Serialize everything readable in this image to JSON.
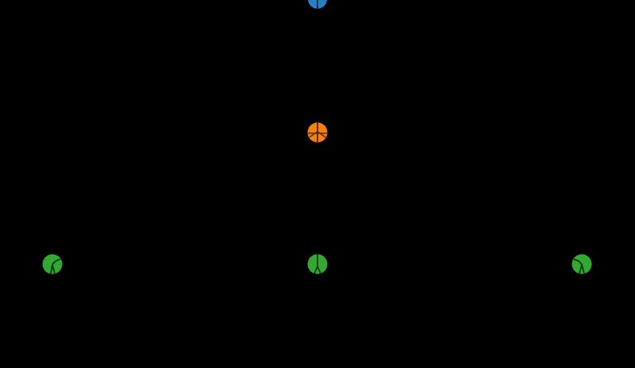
{
  "colors": {
    "background": "#000000",
    "blue_agent": "#2a7fc1",
    "orange_agent": "#f5820f",
    "green_agent": "#33a833",
    "marking": "#1a1a1a"
  },
  "entities": [
    {
      "name": "blue-agent",
      "color_key": "blue_agent"
    },
    {
      "name": "orange-agent",
      "color_key": "orange_agent"
    },
    {
      "name": "green-agent-left",
      "color_key": "green_agent"
    },
    {
      "name": "green-agent-center",
      "color_key": "green_agent"
    },
    {
      "name": "green-agent-right",
      "color_key": "green_agent"
    }
  ]
}
